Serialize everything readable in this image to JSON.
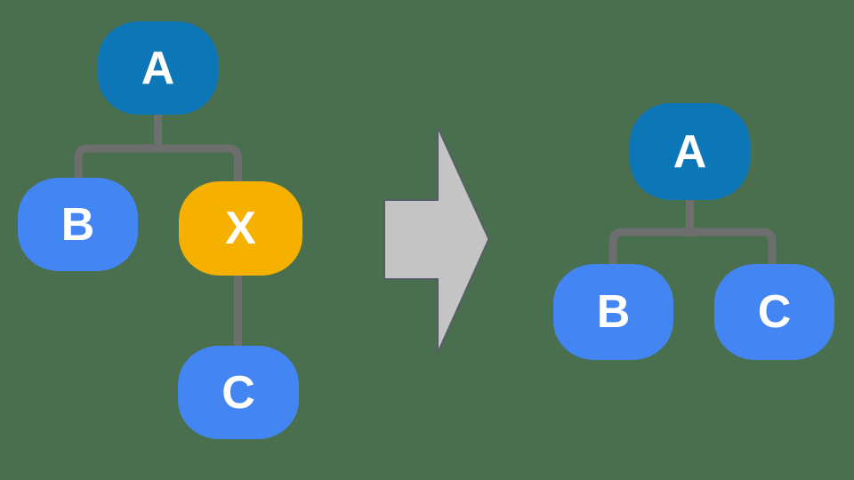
{
  "colors": {
    "background": "#4a6f4e",
    "root_node_fill": "#0d76b6",
    "child_node_fill": "#4385f2",
    "highlight_node_fill": "#f5b000",
    "node_label_text": "#ffffff",
    "connector": "#6e6e6e",
    "arrow_fill": "#c4c4c4",
    "arrow_outline": "#565d66"
  },
  "before_tree": {
    "nodes": [
      {
        "label": "A",
        "role": "root"
      },
      {
        "label": "B",
        "role": "child"
      },
      {
        "label": "X",
        "role": "highlighted"
      },
      {
        "label": "C",
        "role": "child"
      }
    ],
    "edges": [
      [
        "A",
        "B"
      ],
      [
        "A",
        "X"
      ],
      [
        "X",
        "C"
      ]
    ]
  },
  "transform_arrow": {
    "direction": "right"
  },
  "after_tree": {
    "nodes": [
      {
        "label": "A",
        "role": "root"
      },
      {
        "label": "B",
        "role": "child"
      },
      {
        "label": "C",
        "role": "child"
      }
    ],
    "edges": [
      [
        "A",
        "B"
      ],
      [
        "A",
        "C"
      ]
    ]
  }
}
